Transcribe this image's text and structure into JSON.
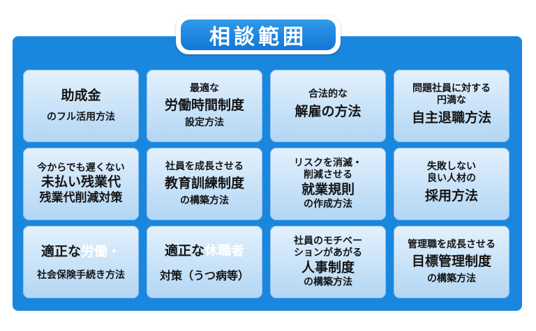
{
  "title": "相談範囲",
  "cards": [
    {
      "l1": "助成金",
      "l2": "のフル活用方法"
    },
    {
      "l1": "最適な",
      "l2": "労働時間制度",
      "l3": "設定方法"
    },
    {
      "l1": "合法的な",
      "l2": "解雇の方法"
    },
    {
      "l1": "問題社員に対する",
      "l2": "円満な",
      "l3": "自主退職方法"
    },
    {
      "l1": "今からでも遅くない",
      "l2": "未払い残業代",
      "l3": "残業代削減対策"
    },
    {
      "l1": "社員を成長させる",
      "l2": "教育訓練制度",
      "l3": "の構築方法"
    },
    {
      "l1": "リスクを消滅・",
      "l2": "削減させる",
      "l3": "就業規則",
      "l4": "の作成方法"
    },
    {
      "l1": "失敗しない",
      "l2": "良い人材の",
      "l3": "採用方法"
    },
    {
      "l1a": "適正な",
      "l1b": "労働・",
      "l2": "社会保険手続き方法"
    },
    {
      "l1a": "適正な",
      "l1b": "休職者",
      "l2": "対策（うつ病等）"
    },
    {
      "l1": "社員のモチベー",
      "l2": "ションがあがる",
      "l3": "人事制度",
      "l4": "の構築方法"
    },
    {
      "l1": "管理職を成長させる",
      "l2": "目標管理制度",
      "l3": "の構築方法"
    }
  ]
}
